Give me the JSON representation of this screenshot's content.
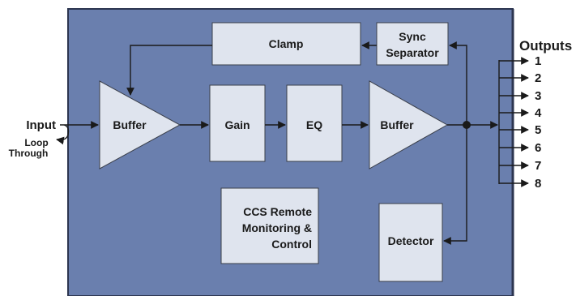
{
  "diagram": {
    "input": {
      "label": "Input",
      "loop_through_line1": "Loop",
      "loop_through_line2": "Through"
    },
    "blocks": {
      "clamp": "Clamp",
      "sync_line1": "Sync",
      "sync_line2": "Separator",
      "buffer_in": "Buffer",
      "gain": "Gain",
      "eq": "EQ",
      "buffer_out": "Buffer",
      "ccs_line1": "CCS Remote",
      "ccs_line2": "Monitoring &",
      "ccs_line3": "Control",
      "detector": "Detector"
    },
    "outputs": {
      "title": "Outputs",
      "items": [
        "1",
        "2",
        "3",
        "4",
        "5",
        "6",
        "7",
        "8"
      ]
    },
    "colors": {
      "panel": "#6a7fae",
      "panel_border": "#2c3550",
      "block_fill": "#dfe4ee",
      "line": "#1a1a1a"
    }
  }
}
